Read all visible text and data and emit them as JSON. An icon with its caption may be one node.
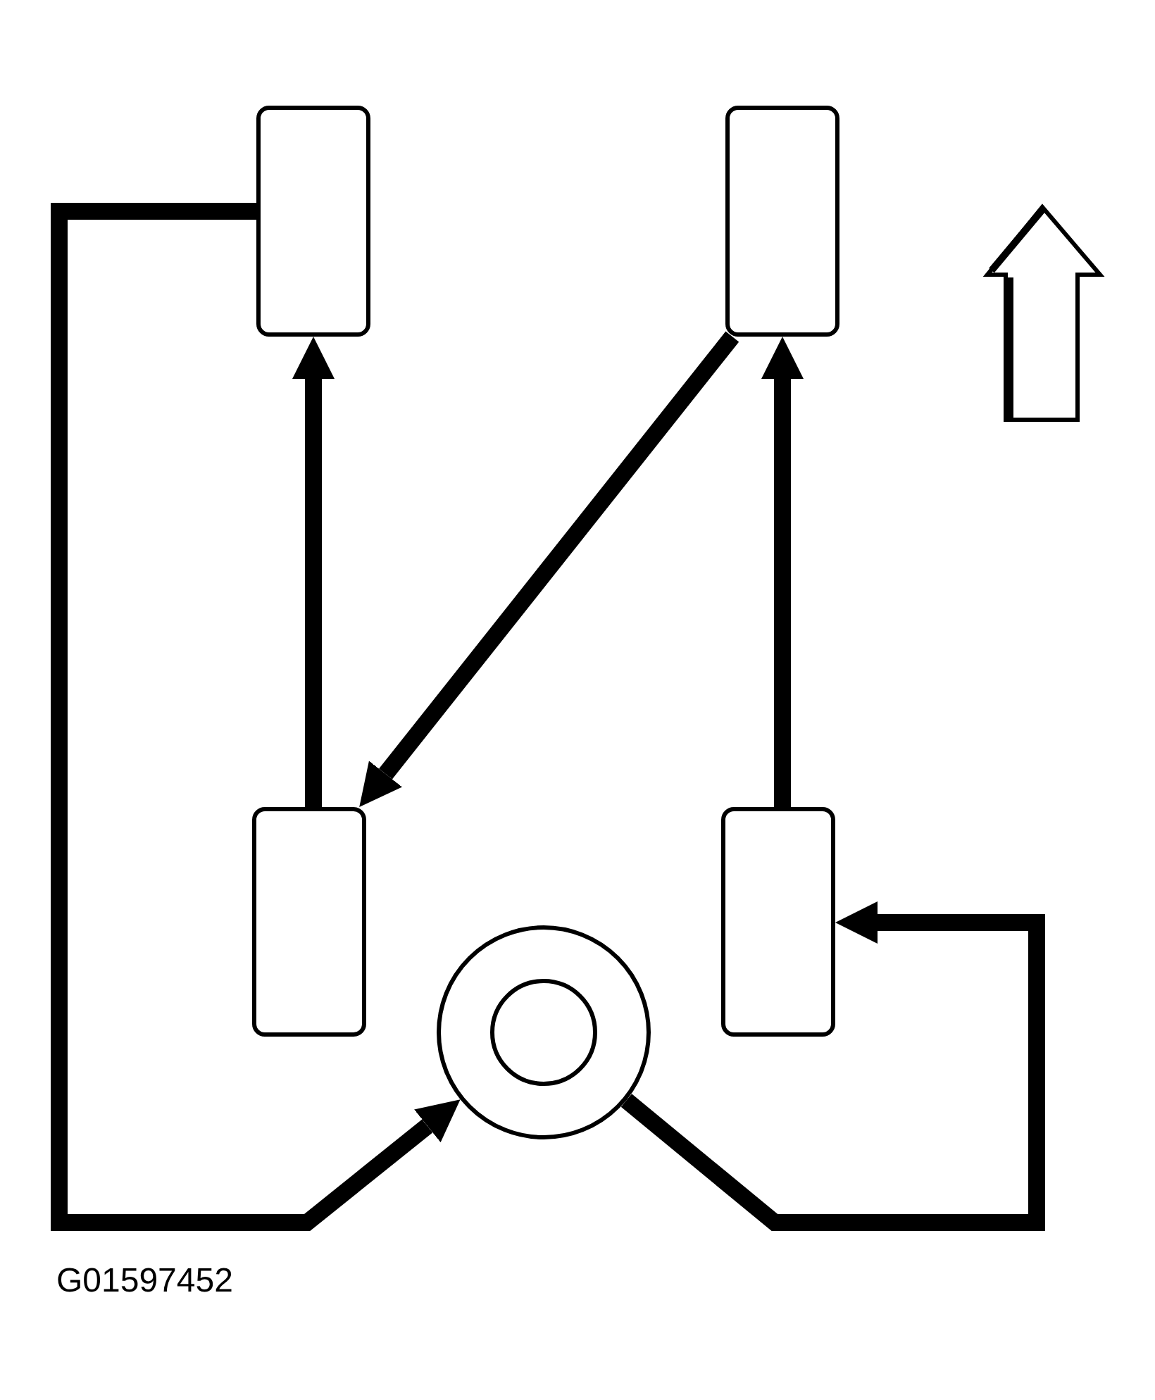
{
  "diagram": {
    "nodes": [
      {
        "text": [],
        "shape": "box"
      },
      {
        "text": [],
        "shape": "box"
      },
      {
        "text": [],
        "shape": "box"
      },
      {
        "text": [],
        "shape": "box"
      },
      {
        "text": [],
        "shape": "circle"
      }
    ],
    "edges": [
      {
        "from": 0,
        "to": 4,
        "arrow": "to"
      },
      {
        "from": 2,
        "to": 0,
        "arrow": "to"
      },
      {
        "from": 1,
        "to": 2,
        "arrow": "to"
      },
      {
        "from": 3,
        "to": 1,
        "arrow": "to"
      },
      {
        "from": 4,
        "to": 3,
        "arrow": "to"
      }
    ],
    "labels": [
      "G01597452"
    ]
  }
}
